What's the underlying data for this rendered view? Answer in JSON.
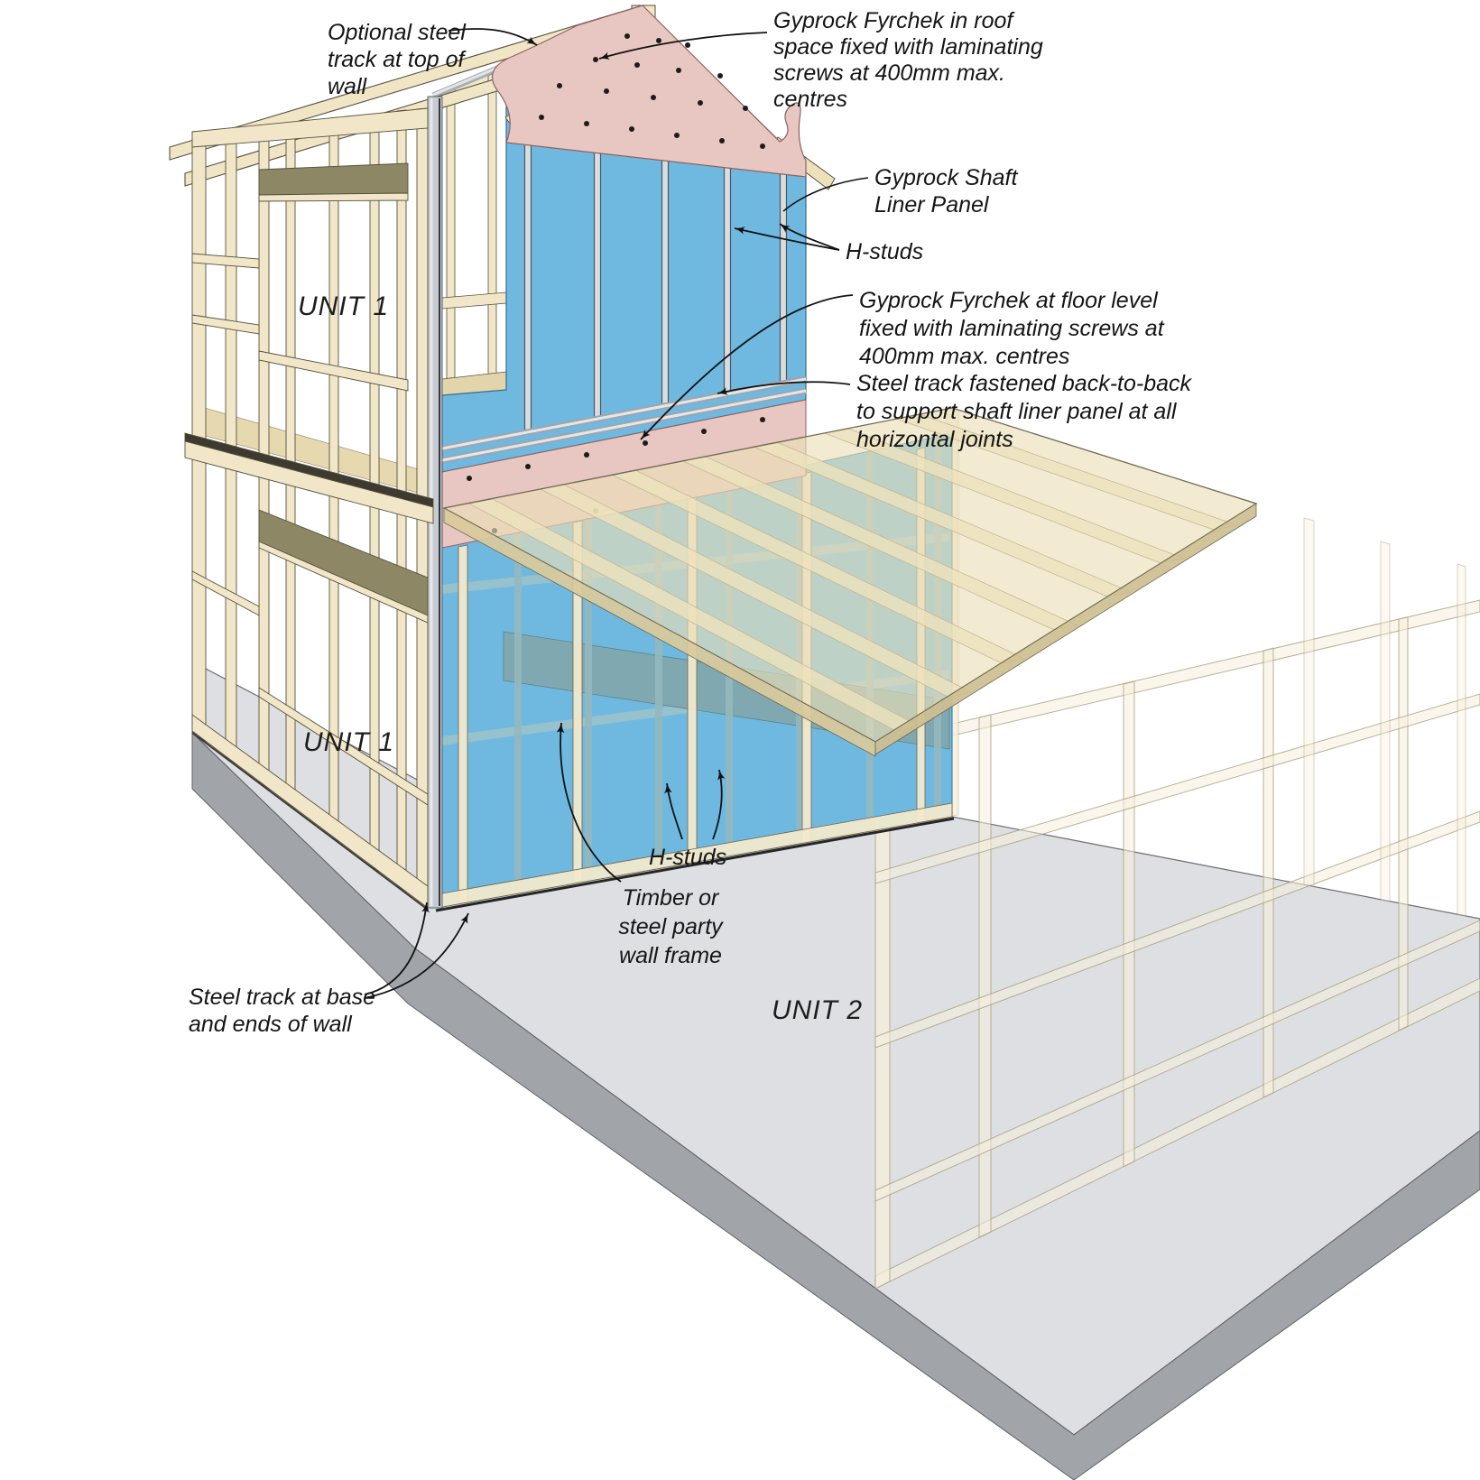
{
  "title": "Gyprock shaft liner party wall system cutaway diagram",
  "units": {
    "unit1_upper": "UNIT 1",
    "unit1_lower": "UNIT 1",
    "unit2": "UNIT 2"
  },
  "annotations": [
    {
      "id": "optional-steel-track-top",
      "lines": [
        "Optional steel",
        "track at top of",
        "wall"
      ]
    },
    {
      "id": "roof-fyrchek",
      "lines": [
        "Gyprock Fyrchek in roof",
        "space fixed with laminating",
        "screws at 400mm max.",
        "centres"
      ]
    },
    {
      "id": "shaft-liner-panel",
      "lines": [
        "Gyprock Shaft",
        "Liner Panel"
      ]
    },
    {
      "id": "h-studs-upper",
      "lines": [
        "H-studs"
      ]
    },
    {
      "id": "floor-fyrchek",
      "lines": [
        "Gyprock Fyrchek at floor level",
        "fixed with laminating screws at",
        "400mm max. centres"
      ]
    },
    {
      "id": "steel-track-joints",
      "lines": [
        "Steel track fastened back-to-back",
        "to support shaft liner panel at all",
        "horizontal joints"
      ]
    },
    {
      "id": "h-studs-lower",
      "lines": [
        "H-studs"
      ]
    },
    {
      "id": "party-wall-frame",
      "lines": [
        "Timber or",
        "steel party",
        "wall frame"
      ]
    },
    {
      "id": "steel-track-base",
      "lines": [
        "Steel track at base",
        "and ends of wall"
      ]
    }
  ],
  "colors": {
    "shaft_liner_blue": "#6FB9E1",
    "fyrchek_pink": "#E8C6C1",
    "timber_cream": "#F1E7C8",
    "timber_olive": "#8D8766",
    "steel_grey": "#C7CBD1",
    "slab_grey_top": "#DEDFE2",
    "slab_grey_face": "#A1A4A9",
    "floor_tan": "#EBDFB8",
    "seen_through_teal": "#7FA6AE",
    "label_ink": "#151515"
  }
}
